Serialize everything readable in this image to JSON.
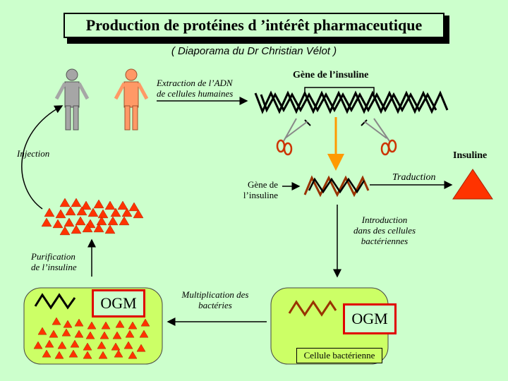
{
  "title": "Production de protéines d ’intérêt pharmaceutique",
  "subtitle": "( Diaporama du Dr Christian Vélot )",
  "labels": {
    "extraction": "Extraction de l’ADN\nde cellules humaines",
    "gene_top": "Gène de l’insuline",
    "injection": "Injection",
    "insuline": "Insuline",
    "gene_mid": "Gène de\nl’insuline",
    "traduction": "Traduction",
    "introduction": "Introduction\ndans des cellules\nbactériennes",
    "purification": "Purification\nde l’insuline",
    "multiplication": "Multiplication des\nbactéries",
    "ogm_left": "OGM",
    "ogm_right": "OGM",
    "cellule": "Cellule bactérienne"
  },
  "colors": {
    "background": "#ccffcc",
    "person_grey": "#a6a6a6",
    "person_orange": "#ff9966",
    "dna_black": "#000000",
    "gene_brown": "#993300",
    "insulin_red": "#ff3300",
    "arrow_orange": "#ff9900",
    "ogm_border": "#e00000",
    "cell_fill": "#ccff66"
  },
  "icons": [
    "human-figure-icon",
    "scissors-icon",
    "dna-helix-icon",
    "insulin-triangle-icon",
    "bacteria-cell-icon"
  ]
}
